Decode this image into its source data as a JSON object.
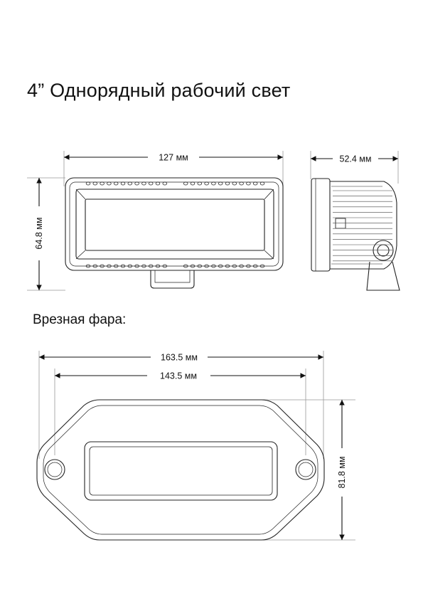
{
  "title": "4” Однорядный рабочий свет",
  "subtitle": "Врезная фара:",
  "dimensions": {
    "front_width": "127 мм",
    "front_height": "64.8 мм",
    "side_depth": "52.4 мм",
    "flush_outer_width": "163.5 мм",
    "flush_hole_spacing": "143.5 мм",
    "flush_height": "81.8 мм"
  },
  "colors": {
    "line": "#222222",
    "guide": "#9a9a9a"
  }
}
